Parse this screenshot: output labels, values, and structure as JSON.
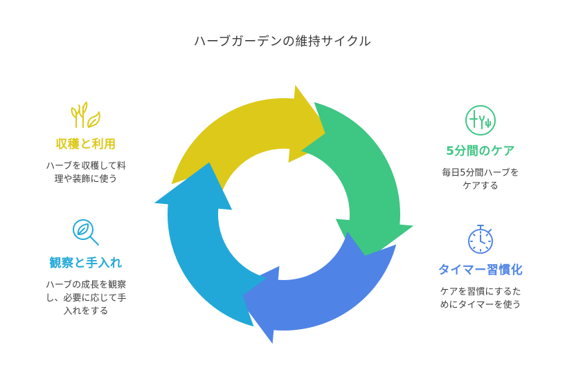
{
  "title": "ハーブガーデンの維持サイクル",
  "colors": {
    "green": "#3EC683",
    "blue": "#4F84E6",
    "cyan": "#22A8D8",
    "yellow": "#DDC91A"
  },
  "steps": [
    {
      "id": "harvest",
      "title": "収穫と利用",
      "desc_lines": [
        "ハーブを収穫して料",
        "理や装飾に使う"
      ],
      "icon": "plant-sprout-icon",
      "color": "#DDC91A"
    },
    {
      "id": "five-min-care",
      "title": "5分間のケア",
      "desc_lines": [
        "毎日5分間ハーブを",
        "ケアする"
      ],
      "icon": "garden-tools-icon",
      "color": "#3EC683"
    },
    {
      "id": "observe",
      "title": "観察と手入れ",
      "desc_lines": [
        "ハーブの成長を観察",
        "し、必要に応じて手",
        "入れをする"
      ],
      "icon": "magnifier-leaf-icon",
      "color": "#22A8D8"
    },
    {
      "id": "timer-habit",
      "title": "タイマー習慣化",
      "desc_lines": [
        "ケアを習慣にするた",
        "めにタイマーを使う"
      ],
      "icon": "stopwatch-icon",
      "color": "#4F84E6"
    }
  ]
}
